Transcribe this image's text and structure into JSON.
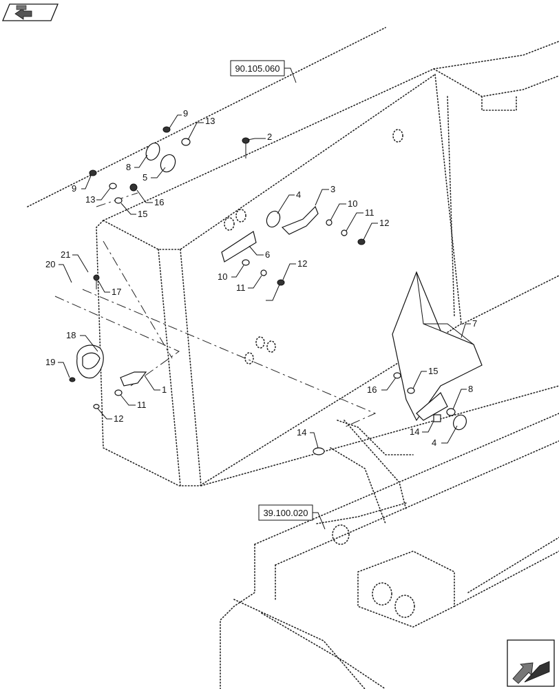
{
  "references": [
    {
      "id": "ref-upper",
      "label": "90.105.060"
    },
    {
      "id": "ref-lower",
      "label": "39.100.020"
    }
  ],
  "callouts": [
    {
      "id": "c9a",
      "label": "9"
    },
    {
      "id": "c13a",
      "label": "13"
    },
    {
      "id": "c2",
      "label": "2"
    },
    {
      "id": "c8a",
      "label": "8"
    },
    {
      "id": "c5",
      "label": "5"
    },
    {
      "id": "c9b",
      "label": "9"
    },
    {
      "id": "c13b",
      "label": "13"
    },
    {
      "id": "c16a",
      "label": "16"
    },
    {
      "id": "c15a",
      "label": "15"
    },
    {
      "id": "c4a",
      "label": "4"
    },
    {
      "id": "c3",
      "label": "3"
    },
    {
      "id": "c10a",
      "label": "10"
    },
    {
      "id": "c11a",
      "label": "11"
    },
    {
      "id": "c12a",
      "label": "12"
    },
    {
      "id": "c6",
      "label": "6"
    },
    {
      "id": "c10b",
      "label": "10"
    },
    {
      "id": "c11b",
      "label": "11"
    },
    {
      "id": "c12b",
      "label": "12"
    },
    {
      "id": "c21",
      "label": "21"
    },
    {
      "id": "c20",
      "label": "20"
    },
    {
      "id": "c17",
      "label": "17"
    },
    {
      "id": "c18",
      "label": "18"
    },
    {
      "id": "c19",
      "label": "19"
    },
    {
      "id": "c1",
      "label": "1"
    },
    {
      "id": "c11c",
      "label": "11"
    },
    {
      "id": "c12c",
      "label": "12"
    },
    {
      "id": "c7",
      "label": "7"
    },
    {
      "id": "c15b",
      "label": "15"
    },
    {
      "id": "c16b",
      "label": "16"
    },
    {
      "id": "c8b",
      "label": "8"
    },
    {
      "id": "c14a",
      "label": "14"
    },
    {
      "id": "c4b",
      "label": "4"
    },
    {
      "id": "c14b",
      "label": "14"
    }
  ],
  "icons": {
    "top_left": "previous-page-icon",
    "bottom_right": "next-page-icon"
  }
}
